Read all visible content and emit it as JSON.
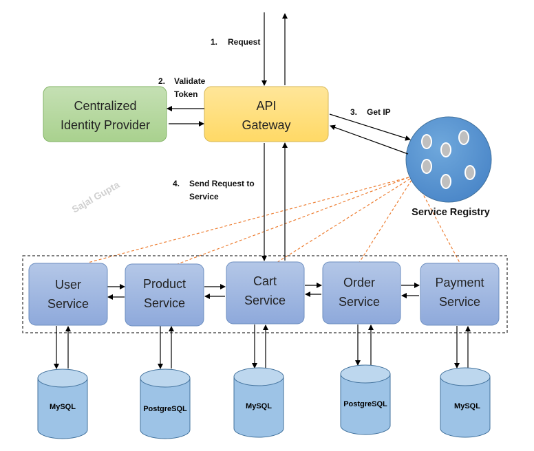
{
  "watermark": "Sajal Gupta",
  "steps": {
    "s1_num": "1.",
    "s1_text": "Request",
    "s2_num": "2.",
    "s2_line1": "Validate",
    "s2_line2": "Token",
    "s3_num": "3.",
    "s3_text": "Get IP",
    "s4_num": "4.",
    "s4_line1": "Send Request to",
    "s4_line2": "Service"
  },
  "nodes": {
    "identity_provider": [
      "Centralized",
      "Identity Provider"
    ],
    "api_gateway": [
      "API",
      "Gateway"
    ],
    "service_registry": "Service Registry",
    "user_service": [
      "User",
      "Service"
    ],
    "product_service": [
      "Product",
      "Service"
    ],
    "cart_service": [
      "Cart",
      "Service"
    ],
    "order_service": [
      "Order",
      "Service"
    ],
    "payment_service": [
      "Payment",
      "Service"
    ]
  },
  "databases": [
    "MySQL",
    "PostgreSQL",
    "MySQL",
    "PostgreSQL",
    "MySQL"
  ],
  "colors": {
    "identity_fill": "#a9d18e",
    "gateway_fill": "#ffd966",
    "registry_fill": "#5b9bd5",
    "service_fill": "#8ea9db",
    "db_fill": "#9dc3e6",
    "dash_orange": "#ed7d31"
  }
}
